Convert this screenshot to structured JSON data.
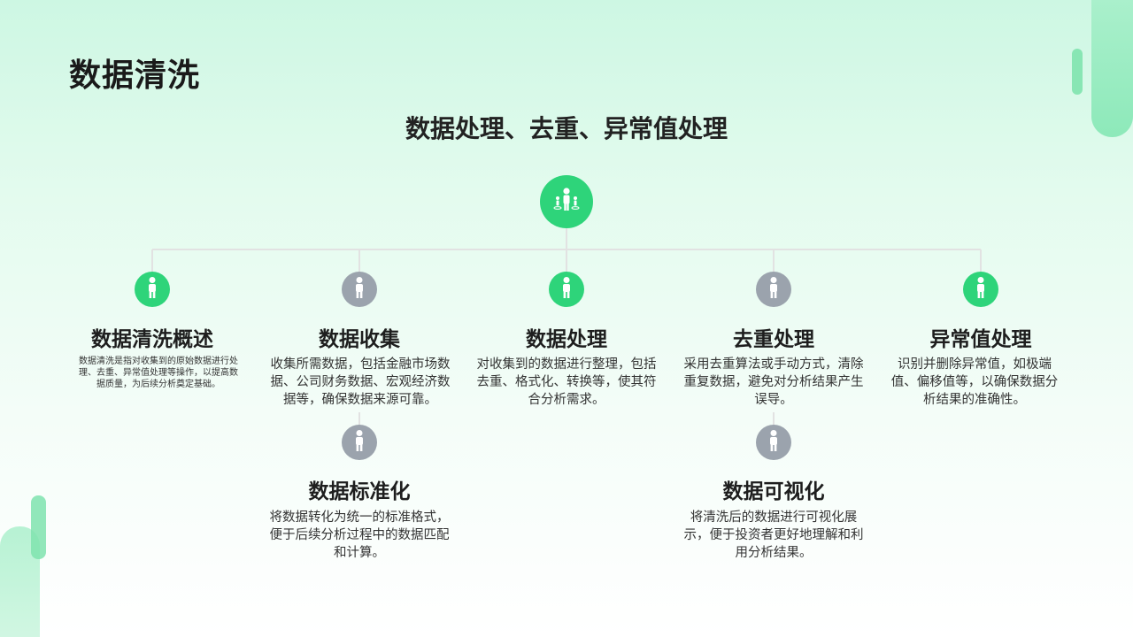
{
  "page": {
    "title": "数据清洗",
    "subtitle": "数据处理、去重、异常值处理"
  },
  "colors": {
    "accent_green": "#2ed47a",
    "node_gray": "#9ba3ad",
    "connector": "#e3e3e3"
  },
  "root": {
    "icon": "team-people-icon"
  },
  "nodes": [
    {
      "title": "数据清洗概述",
      "description": "数据清洗是指对收集到的原始数据进行处理、去重、异常值处理等操作，以提高数据质量，为后续分析奠定基础。",
      "icon": "person-icon",
      "color": "green"
    },
    {
      "title": "数据收集",
      "description": "收集所需数据，包括金融市场数据、公司财务数据、宏观经济数据等，确保数据来源可靠。",
      "icon": "person-icon",
      "color": "gray"
    },
    {
      "title": "数据处理",
      "description": "对收集到的数据进行整理，包括去重、格式化、转换等，使其符合分析需求。",
      "icon": "person-icon",
      "color": "green"
    },
    {
      "title": "去重处理",
      "description": "采用去重算法或手动方式，清除重复数据，避免对分析结果产生误导。",
      "icon": "person-icon",
      "color": "gray"
    },
    {
      "title": "异常值处理",
      "description": "识别并删除异常值，如极端值、偏移值等，以确保数据分析结果的准确性。",
      "icon": "person-icon",
      "color": "green"
    },
    {
      "title": "数据标准化",
      "description": "将数据转化为统一的标准格式，便于后续分析过程中的数据匹配和计算。",
      "icon": "person-icon",
      "color": "gray"
    },
    {
      "title": "数据可视化",
      "description": "将清洗后的数据进行可视化展示，便于投资者更好地理解和利用分析结果。",
      "icon": "person-icon",
      "color": "gray"
    }
  ]
}
